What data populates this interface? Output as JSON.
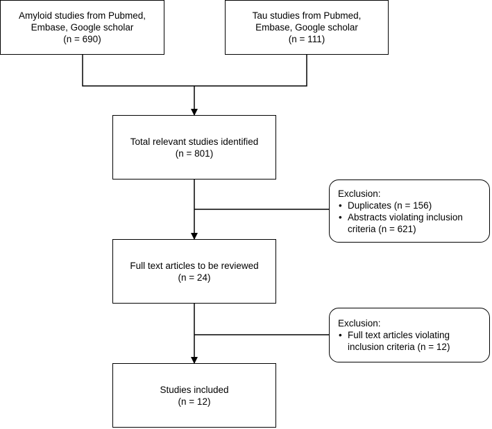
{
  "boxes": {
    "amyloid": {
      "line1": "Amyloid studies from Pubmed,",
      "line2": "Embase, Google scholar",
      "line3": "(n = 690)"
    },
    "tau": {
      "line1": "Tau studies from Pubmed,",
      "line2": "Embase, Google scholar",
      "line3": "(n = 111)"
    },
    "identified": {
      "line1": "Total relevant studies identified",
      "line2": "(n = 801)"
    },
    "fulltext": {
      "line1": "Full text articles to be reviewed",
      "line2": "(n = 24)"
    },
    "included": {
      "line1": "Studies included",
      "line2": "(n = 12)"
    }
  },
  "exclusions": [
    {
      "heading": "Exclusion:",
      "items": [
        {
          "line1": "Duplicates (n = 156)",
          "line2": ""
        },
        {
          "line1": "Abstracts violating inclusion",
          "line2": "criteria (n = 621)"
        }
      ]
    },
    {
      "heading": "Exclusion:",
      "items": [
        {
          "line1": "Full text articles violating",
          "line2": "inclusion criteria (n = 12)"
        }
      ]
    }
  ]
}
